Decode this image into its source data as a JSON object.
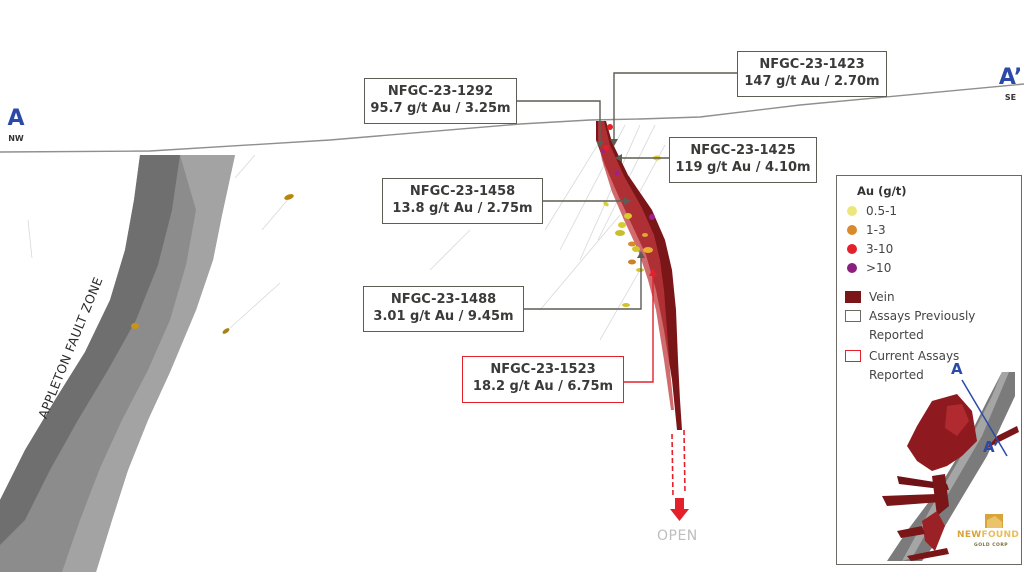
{
  "section": {
    "start": {
      "letter": "A",
      "direction": "NW"
    },
    "end": {
      "letter": "A’",
      "direction": "SE"
    }
  },
  "callouts": [
    {
      "hole": "NFGC-23-1292",
      "grade": "95.7 g/t Au / 3.25m",
      "status": "previously_reported"
    },
    {
      "hole": "NFGC-23-1423",
      "grade": "147 g/t Au / 2.70m",
      "status": "previously_reported"
    },
    {
      "hole": "NFGC-23-1425",
      "grade": "119 g/t Au / 4.10m",
      "status": "previously_reported"
    },
    {
      "hole": "NFGC-23-1458",
      "grade": "13.8 g/t Au / 2.75m",
      "status": "previously_reported"
    },
    {
      "hole": "NFGC-23-1488",
      "grade": "3.01 g/t Au / 9.45m",
      "status": "previously_reported"
    },
    {
      "hole": "NFGC-23-1523",
      "grade": "18.2 g/t Au / 6.75m",
      "status": "current"
    }
  ],
  "labels": {
    "fault_zone": "APPLETON FAULT ZONE",
    "open": "OPEN"
  },
  "legend": {
    "title": "Au (g/t)",
    "grades": [
      {
        "label": "0.5-1",
        "color": "#ece77a"
      },
      {
        "label": "1-3",
        "color": "#d98a2b"
      },
      {
        "label": "3-10",
        "color": "#e4202b"
      },
      {
        "label": ">10",
        "color": "#8a1f7d"
      }
    ],
    "vein": {
      "label": "Vein",
      "color": "#7a1518"
    },
    "previous": {
      "label": "Assays Previously Reported",
      "line1": "Assays Previously",
      "line2": "Reported",
      "color": "#6a6a62"
    },
    "current": {
      "label": "Current Assays Reported",
      "line1": "Current Assays",
      "line2": "Reported",
      "color": "#e4202b"
    },
    "inset": {
      "a": "A",
      "a_prime": "A’"
    },
    "logo": {
      "name_bold": "NEW",
      "name_rest": "FOUND",
      "sub": "GOLD CORP"
    }
  },
  "colors": {
    "accent_blue": "#2b4aa8",
    "vein": "#7a1518",
    "current_red": "#e4202b",
    "callout_border": "#5d5d55",
    "fault_dark": "#6e6e6e",
    "fault_light": "#9a9a9a"
  }
}
